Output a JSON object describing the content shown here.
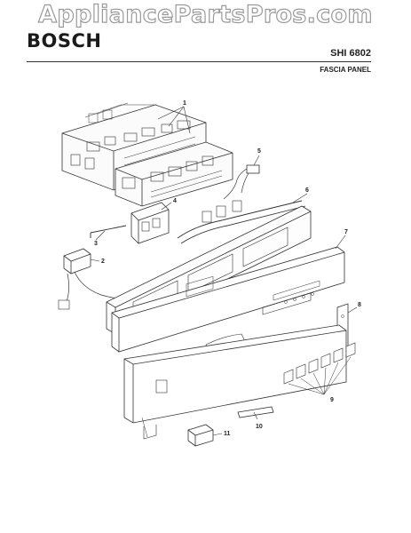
{
  "watermark": "AppliancePartsPros.com",
  "header": {
    "brand": "BOSCH",
    "model": "SHI 6802",
    "section": "FASCIA PANEL"
  },
  "callouts": [
    "1",
    "2",
    "3",
    "4",
    "5",
    "6",
    "7",
    "8",
    "9",
    "10",
    "11"
  ]
}
